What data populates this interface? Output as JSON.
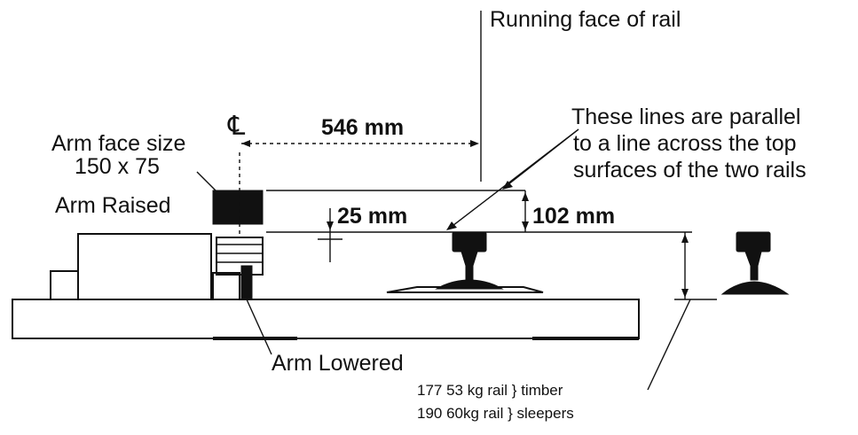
{
  "labels": {
    "running_face": "Running face of rail",
    "centerline_symbol": "℄",
    "dim_546": "546 mm",
    "parallel_line1": "These lines are parallel",
    "parallel_line2": "to a line across the top",
    "parallel_line3": "surfaces of the two rails",
    "arm_face_line1": "Arm face size",
    "arm_face_line2": "150 x 75",
    "arm_raised": "Arm Raised",
    "dim_25": "25 mm",
    "dim_102": "102 mm",
    "arm_lowered": "Arm Lowered",
    "note_line1": "177 53 kg rail } timber",
    "note_line2": "190  60kg rail } sleepers"
  },
  "colors": {
    "ink": "#111111",
    "background": "#ffffff"
  }
}
